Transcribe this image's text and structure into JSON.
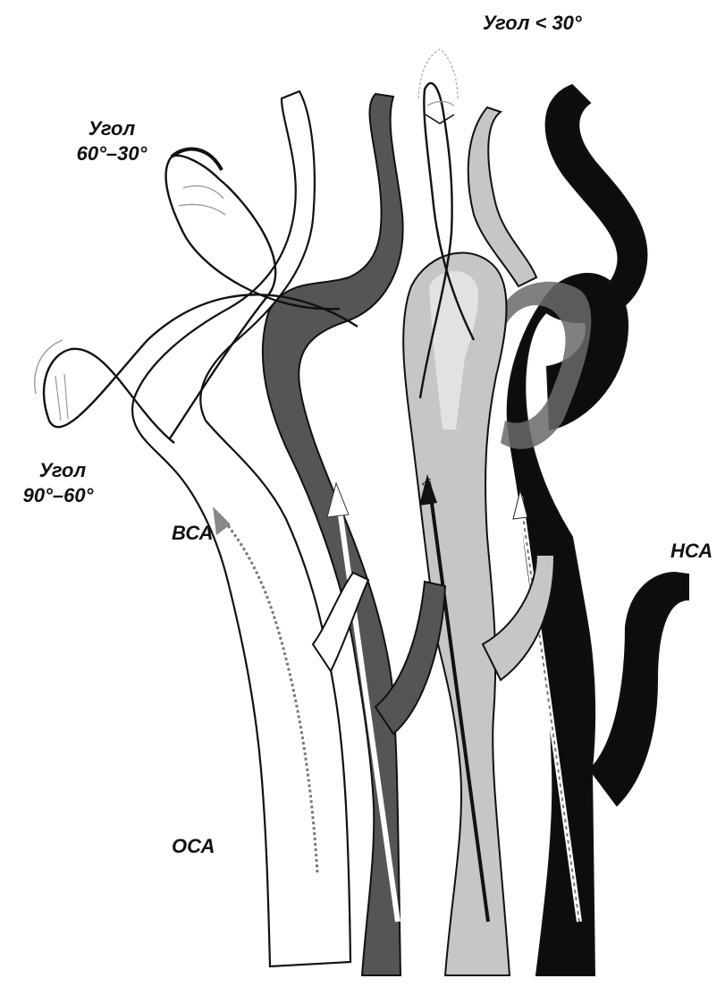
{
  "labels": {
    "angle_lt30": "Угол < 30°",
    "angle_60_30_word": "Угол",
    "angle_60_30_range": "60°–30°",
    "angle_90_60_word": "Угол",
    "angle_90_60_range": "90°–60°",
    "ica": "ВСА",
    "eca": "НСА",
    "cca": "ОСА"
  },
  "colors": {
    "outline": "#111111",
    "vessel_white": "#ffffff",
    "vessel_dark_gray": "#555555",
    "vessel_light_gray": "#c6c6c6",
    "vessel_black": "#0d0d0d",
    "loop_hatch": "#9a9a9a"
  }
}
